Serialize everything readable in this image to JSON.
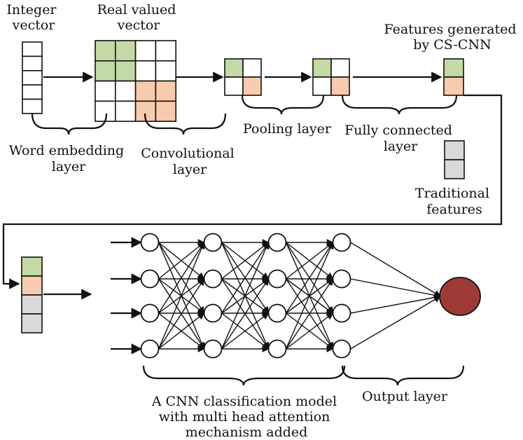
{
  "labels": {
    "integer_vector": [
      "Integer",
      "vector"
    ],
    "real_valued_vector": [
      "Real valued",
      "vector"
    ],
    "features_generated": [
      "Features generated",
      "by CS-CNN"
    ],
    "word_embedding": [
      "Word embedding",
      "layer"
    ],
    "convolutional": [
      "Convolutional",
      "layer"
    ],
    "pooling": "Pooling layer",
    "fully_connected": [
      "Fully connected",
      "layer"
    ],
    "traditional": [
      "Traditional",
      "features"
    ],
    "cnn_model": [
      "A CNN classification model",
      "with multi head attention",
      "mechanism added"
    ],
    "output_layer": "Output layer"
  },
  "colors": {
    "green": "#c3d9a6",
    "peach": "#f8cbad",
    "gray": "#d9d9d9",
    "output_node": "#9e3a35",
    "white": "#ffffff"
  },
  "network": {
    "input_arrows": 4,
    "hidden_layers": 4,
    "nodes_per_layer": 4,
    "output_nodes": 1
  }
}
